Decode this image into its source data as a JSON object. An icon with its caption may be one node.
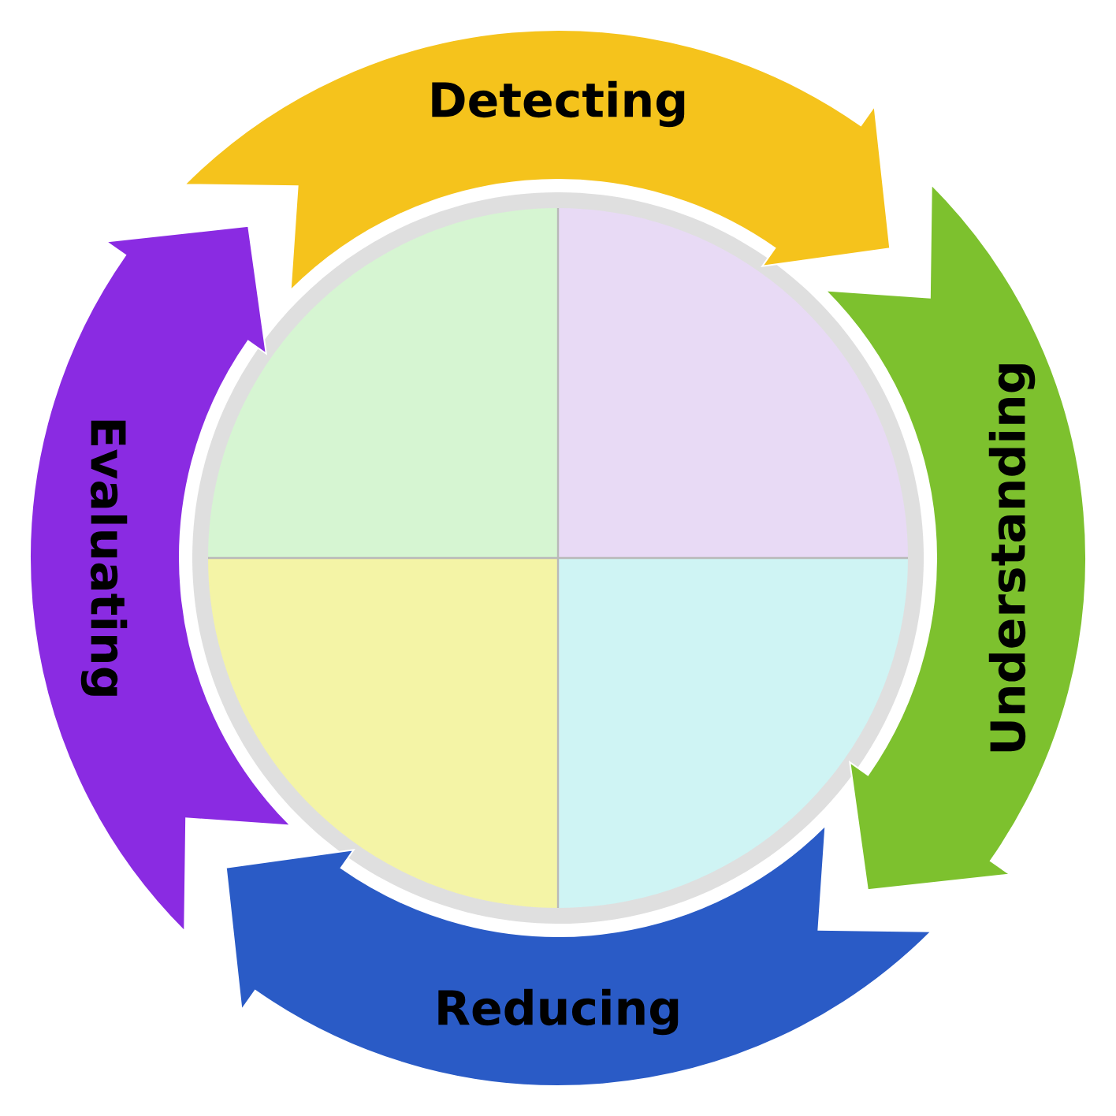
{
  "diagram": {
    "nodes": [
      {
        "text": [
          "Detecting"
        ]
      },
      {
        "text": [
          "Understanding"
        ]
      },
      {
        "text": [
          "Reducing"
        ]
      },
      {
        "text": [
          "Evaluating"
        ]
      }
    ]
  }
}
